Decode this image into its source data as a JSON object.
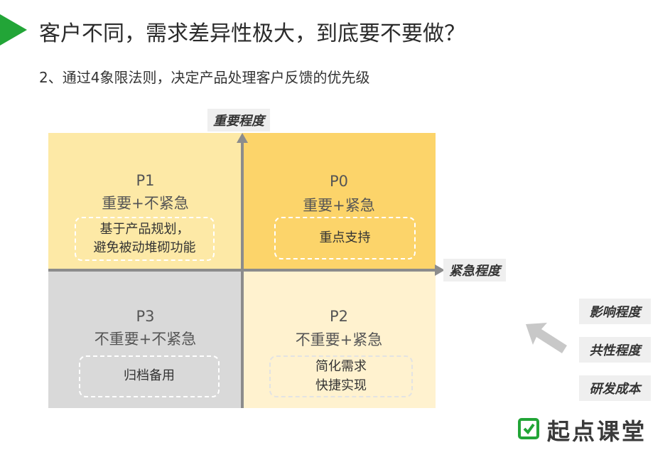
{
  "header": {
    "title": "客户不同，需求差异性极大，到底要不要做？",
    "subtitle": "2、通过4象限法则，决定产品处理客户反馈的优先级"
  },
  "axes": {
    "y_label": "重要程度",
    "x_label": "紧急程度"
  },
  "quadrants": {
    "p1": {
      "code": "P1",
      "desc": "重要+不紧急",
      "action": "基于产品规划，\n避免被动堆砌功能"
    },
    "p0": {
      "code": "P0",
      "desc": "重要+紧急",
      "action": "重点支持"
    },
    "p3": {
      "code": "P3",
      "desc": "不重要+不紧急",
      "action": "归档备用"
    },
    "p2": {
      "code": "P2",
      "desc": "不重要+紧急",
      "action": "简化需求\n快捷实现"
    }
  },
  "factors": [
    "影响程度",
    "共性程度",
    "研发成本"
  ],
  "colors": {
    "accent_green": "#22a537",
    "p0": "#fcd46a",
    "p1": "#fde9a6",
    "p2": "#fff2cf",
    "p3": "#d9d9d9"
  },
  "logo": {
    "text": "起点课堂",
    "icon": "qidian-logo-icon"
  }
}
